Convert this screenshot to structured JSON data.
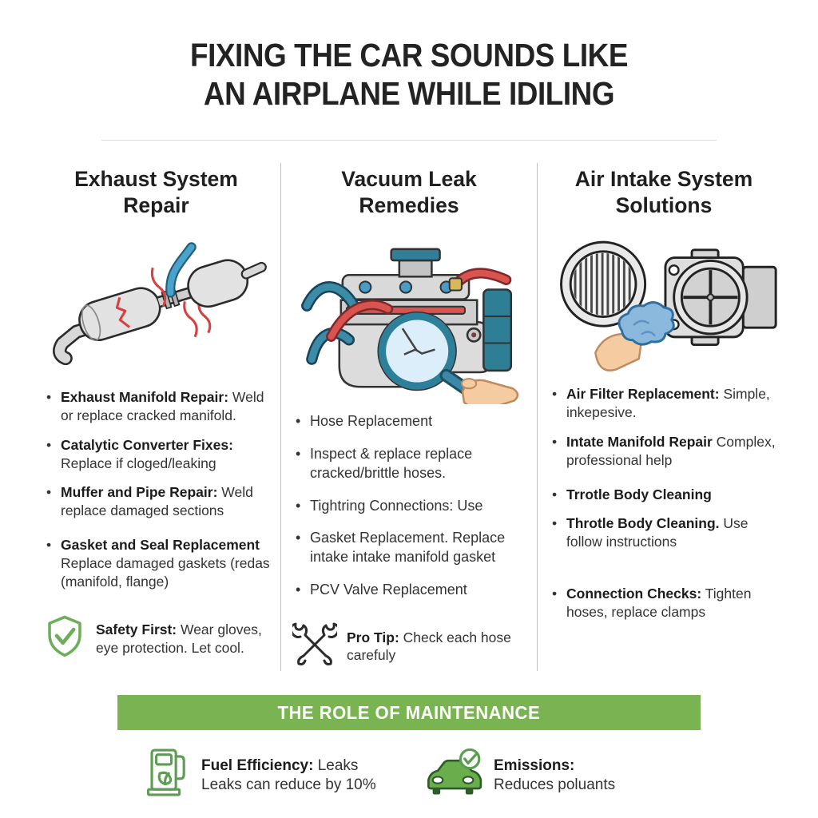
{
  "title": {
    "line1": "FIXING THE CAR SOUNDS LIKE",
    "line2": "AN AIRPLANE WHILE IDILING"
  },
  "colors": {
    "accent-green": "#7ab351",
    "icon-green": "#6fae58",
    "car-green": "#69ad4d",
    "crack-red": "#d64040",
    "hose-red": "#d9534f",
    "pipe-blue": "#4aa3cc",
    "teal": "#2e7f96",
    "title-text": "#232323",
    "body-text": "#333333",
    "banner-text": "#ffffff"
  },
  "columns": [
    {
      "header": "Exhaust System Repair",
      "illustration": "exhaust-system",
      "bullets": [
        {
          "lead": "Exhaust Manifold Repair:",
          "text": " Weld or replace cracked manifold."
        },
        {
          "lead": "Catalytic Converter Fixes:",
          "text": " Replace if cloged/leaking"
        },
        {
          "lead": "Muffer and Pipe Repair:",
          "text": " Weld replace damaged sections"
        },
        {
          "lead": "Gasket and Seal Replacement",
          "text": " Replace damaged gaskets (redas (manifold, flange)"
        }
      ],
      "note": {
        "icon": "shield-check-icon",
        "lead": "Safety First:",
        "text": " Wear gloves, eye protection. Let cool."
      }
    },
    {
      "header": "Vacuum Leak Remedies",
      "illustration": "engine-vacuum-inspection",
      "bullets": [
        {
          "lead": "",
          "text": "Hose Replacement"
        },
        {
          "lead": "",
          "text": "Inspect & replace replace cracked/brittle hoses."
        },
        {
          "lead": "",
          "text": "Tightring Connections: Use"
        },
        {
          "lead": "",
          "text": "Gasket Replacement. Replace intake intake manifold gasket"
        },
        {
          "lead": "",
          "text": "PCV Valve Replacement"
        }
      ],
      "note": {
        "icon": "crossed-wrenches-icon",
        "lead": "Pro Tip:",
        "text": " Check each hose carefuly"
      }
    },
    {
      "header": "Air Intake System Solutions",
      "illustration": "air-filter-throttle-body",
      "bullets": [
        {
          "lead": "Air Filter Replacement:",
          "text": " Simple, inkepesive."
        },
        {
          "lead": "Intate Manifold Repair",
          "text": " Complex, professional help"
        },
        {
          "lead": "Trrotle Body Cleaning",
          "text": ""
        },
        {
          "lead": "Throtle Body Cleaning.",
          "text": " Use follow instructions"
        },
        {
          "lead": "Connection Checks:",
          "text": " Tighten hoses, replace clamps"
        }
      ]
    }
  ],
  "footer": {
    "banner": "THE ROLE OF MAINTENANCE",
    "items": [
      {
        "icon": "fuel-pump-icon",
        "lead": "Fuel Efficiency:",
        "text": " Leaks",
        "line2": "Leaks can reduce by 10%"
      },
      {
        "icon": "car-check-icon",
        "lead": "Emissions:",
        "text": "",
        "line2": "Reduces poluants"
      }
    ]
  }
}
